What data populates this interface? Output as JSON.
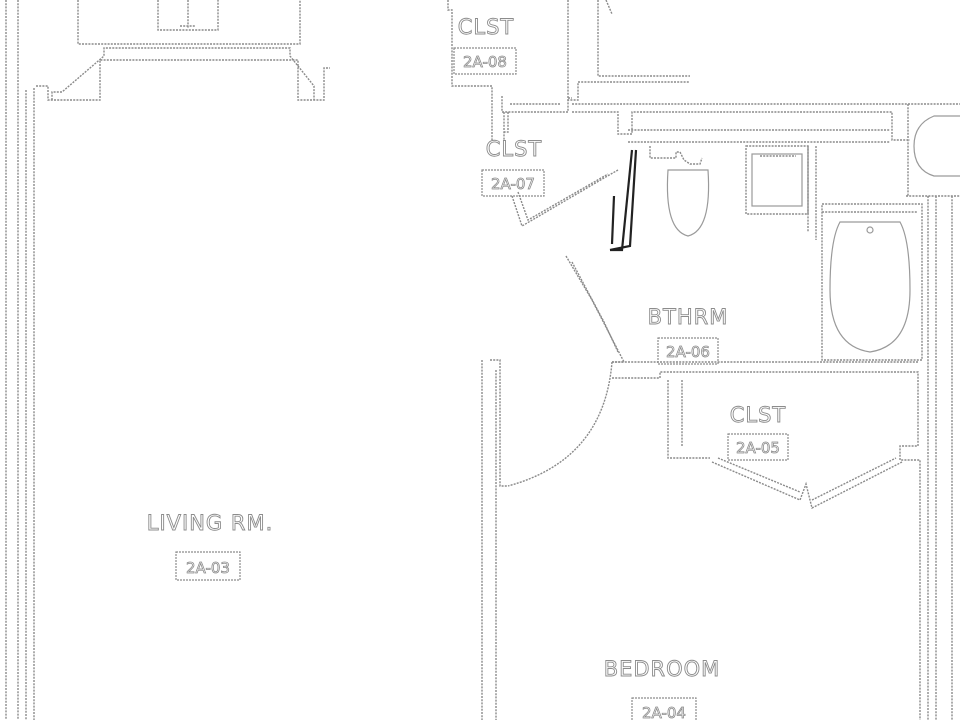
{
  "rooms": {
    "living": {
      "name": "LIVING RM.",
      "code": "2A-03"
    },
    "bedroom": {
      "name": "BEDROOM",
      "code": "2A-04"
    },
    "bathroom": {
      "name": "BTHRM",
      "code": "2A-06"
    },
    "closet_05": {
      "name": "CLST",
      "code": "2A-05"
    },
    "closet_07": {
      "name": "CLST",
      "code": "2A-07"
    },
    "closet_08": {
      "name": "CLST",
      "code": "2A-08"
    }
  }
}
